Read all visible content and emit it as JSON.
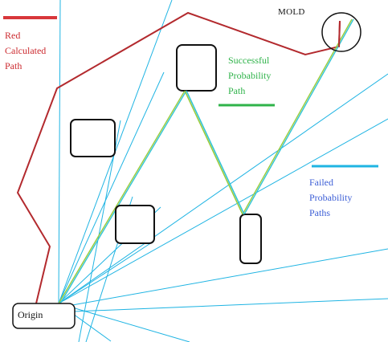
{
  "legend": {
    "red": {
      "lines": [
        "Red",
        "Calculated",
        "Path"
      ],
      "color": "#cc2b30"
    },
    "green": {
      "lines": [
        "Successful",
        "Probability",
        "Path"
      ],
      "color": "#2fb34a"
    },
    "blue": {
      "lines": [
        "Failed",
        "Probability",
        "Paths"
      ],
      "color": "#1fb4e3"
    }
  },
  "labels": {
    "mold": "MOLD",
    "origin": "Origin"
  },
  "colors": {
    "red_path": "#b32a2e",
    "failed_paths": "#1fb4e3",
    "success_path_a": "#9acb3c",
    "success_path_b": "#33c4d6",
    "box_stroke": "#111111"
  }
}
